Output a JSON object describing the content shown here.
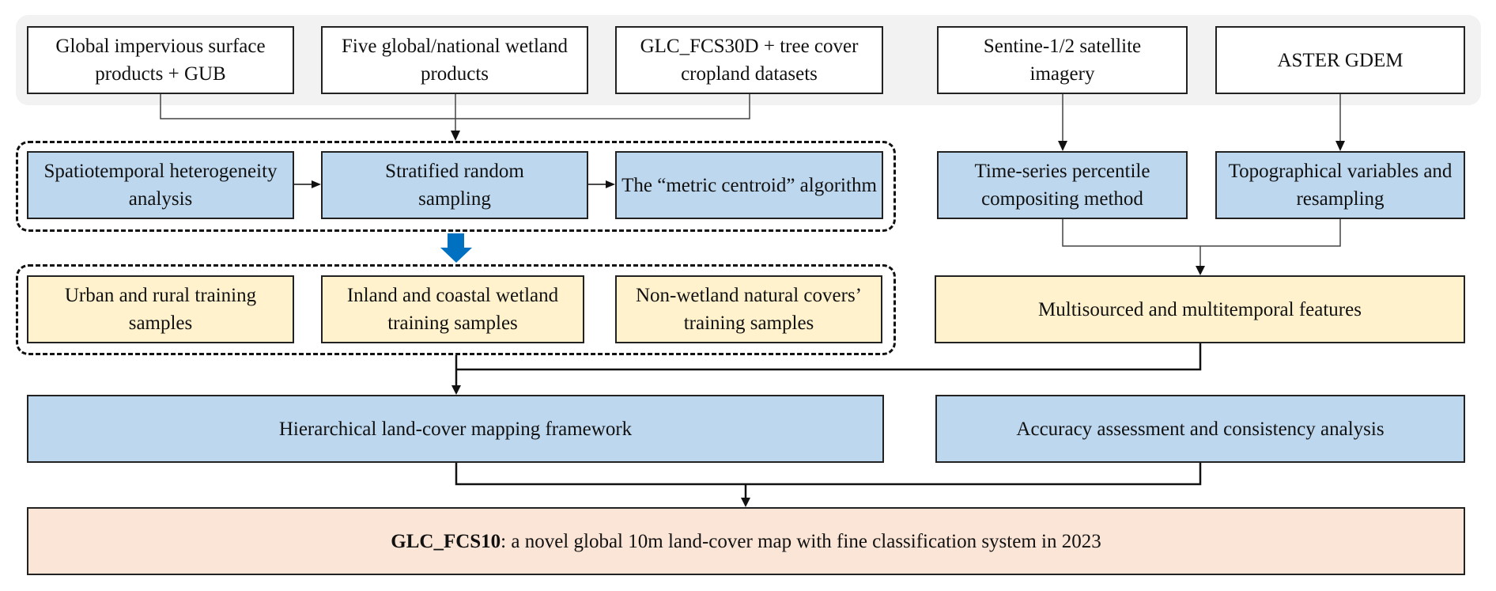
{
  "diagram": {
    "sources": [
      {
        "id": "impervious",
        "label": "Global impervious surface products + GUB"
      },
      {
        "id": "wetland-products",
        "label": "Five global/national wetland products"
      },
      {
        "id": "glc-fcs30d",
        "label": "GLC_FCS30D + tree cover cropland datasets"
      },
      {
        "id": "sentinel",
        "label": "Sentine-1/2 satellite imagery"
      },
      {
        "id": "aster",
        "label": "ASTER GDEM"
      }
    ],
    "sampling_steps": [
      {
        "id": "heterogeneity",
        "label": "Spatiotemporal heterogeneity analysis"
      },
      {
        "id": "stratified",
        "label": "Stratified random sampling"
      },
      {
        "id": "centroid",
        "label": "The “metric centroid” algorithm"
      }
    ],
    "feature_steps": [
      {
        "id": "percentile",
        "label": "Time-series percentile compositing method"
      },
      {
        "id": "topographical",
        "label": "Topographical variables and resampling"
      }
    ],
    "training_samples": [
      {
        "id": "urban-rural",
        "label": "Urban and rural training samples"
      },
      {
        "id": "inland-coastal",
        "label": "Inland and coastal wetland training samples"
      },
      {
        "id": "non-wetland",
        "label": "Non-wetland natural covers’ training samples"
      }
    ],
    "features": {
      "label": "Multisourced and multitemporal features"
    },
    "framework": {
      "label": "Hierarchical land-cover mapping framework"
    },
    "accuracy": {
      "label": "Accuracy assessment and consistency analysis"
    },
    "output": {
      "title": "GLC_FCS10",
      "rest": ": a novel global 10m land-cover map with fine classification system in 2023"
    },
    "colors": {
      "panel": "#f2f2f2",
      "blue_box": "#bdd7ee",
      "yellow_box": "#fff2cc",
      "output_box": "#fbe5d6",
      "big_arrow": "#0070c0"
    }
  }
}
